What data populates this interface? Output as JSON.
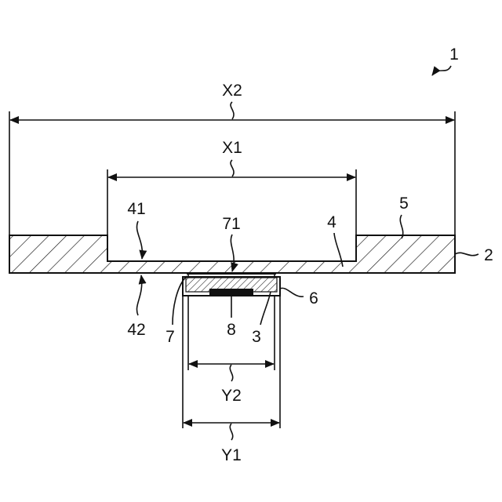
{
  "labels": {
    "device": "1",
    "substrate": "2",
    "chip": "3",
    "recess": "4",
    "frame": "5",
    "cover": "6",
    "bond": "7",
    "element": "8",
    "recess_bottom": "41",
    "back_face": "42",
    "bond_top": "71",
    "width_outer": "X2",
    "width_inner": "X1",
    "width_y1": "Y1",
    "width_y2": "Y2"
  }
}
